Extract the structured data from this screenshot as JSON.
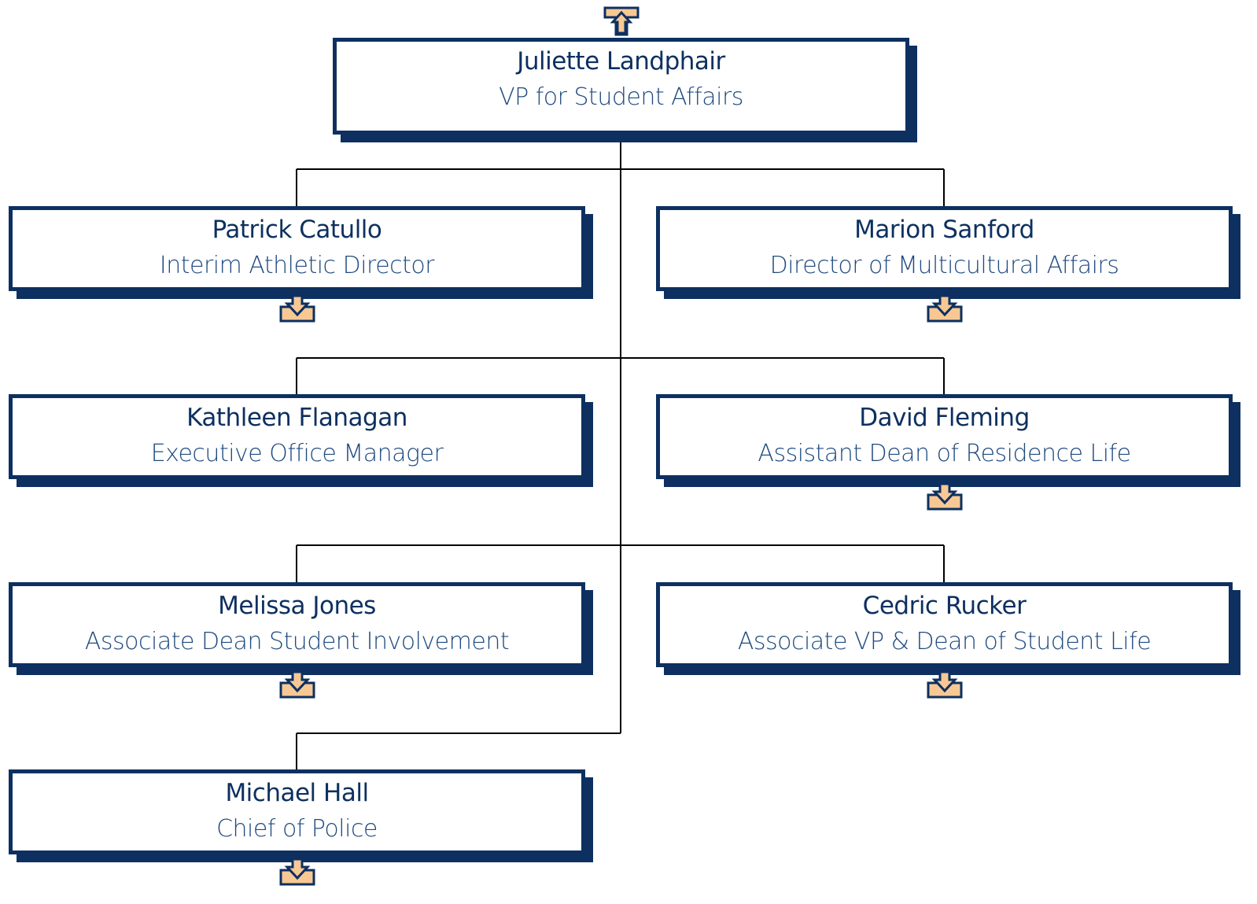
{
  "colors": {
    "box_border": "#0d3060",
    "name_text": "#0d3060",
    "title_text": "#1f4a80",
    "connector": "#000000",
    "expand_fill": "#f8c894",
    "expand_stroke": "#0d3060"
  },
  "root": {
    "name": "Juliette Landphair",
    "title": "VP for Student Affairs",
    "icon": "navigate-up-icon"
  },
  "reports": [
    {
      "name": "Patrick Catullo",
      "title": "Interim Athletic Director",
      "has_children": true
    },
    {
      "name": "Marion Sanford",
      "title": "Director of Multicultural Affairs",
      "has_children": true
    },
    {
      "name": "Kathleen Flanagan",
      "title": "Executive Office Manager",
      "has_children": false
    },
    {
      "name": "David Fleming",
      "title": "Assistant Dean of Residence Life",
      "has_children": true
    },
    {
      "name": "Melissa Jones",
      "title": "Associate Dean Student Involvement",
      "has_children": true
    },
    {
      "name": "Cedric Rucker",
      "title": "Associate VP & Dean of Student Life",
      "has_children": true
    },
    {
      "name": "Michael Hall",
      "title": "Chief of Police",
      "has_children": true
    }
  ]
}
